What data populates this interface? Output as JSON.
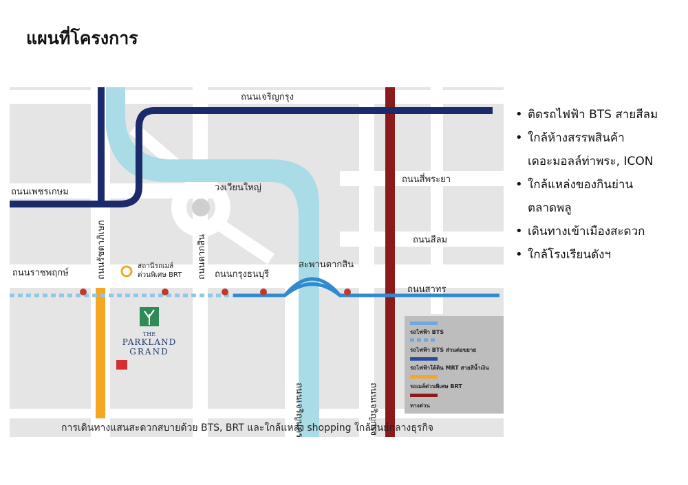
{
  "page": {
    "title": "แผนที่โครงการ"
  },
  "map": {
    "labels": {
      "charoen_krung_top": "ถนนเจริญกรุง",
      "phetkasem": "ถนนเพชรเกษม",
      "wongwian_yai": "วงเวียนใหญ่",
      "si_phraya": "ถนนสี่พระยา",
      "silom": "ถนนสีลม",
      "ratchada": "ถนนรัชดาภิเษก",
      "taksin_road": "ถนนตากสิน",
      "ratchaphruek": "ถนนราชพฤกษ์",
      "brt_station_line1": "สถานีรถเมล์",
      "brt_station_line2": "ด่วนพิเศษ BRT",
      "krung_thonburi": "ถนนกรุงธนบุรี",
      "taksin_bridge": "สะพานตากสิน",
      "sathorn": "ถนนสาทร",
      "charoen_nakhon": "ถนนเจริญนคร",
      "charoen_krung_vertical": "ถนนเจริญกรุง"
    },
    "project_logo": {
      "line1": "THE",
      "line2": "PARKLAND",
      "line3": "GRAND"
    },
    "legend": [
      {
        "label": "รถไฟฟ้า BTS",
        "color": "#6fa8dc",
        "style": "solid"
      },
      {
        "label": "รถไฟฟ้า BTS ส่วนต่อขยาย",
        "color": "#6fa8dc",
        "style": "dashed"
      },
      {
        "label": "รถไฟฟ้าใต้ดิน MRT สายสีน้ำเงิน",
        "color": "#2a4a9a",
        "style": "solid"
      },
      {
        "label": "รถเมล์ด่วนพิเศษ BRT",
        "color": "#f5a623",
        "style": "solid"
      },
      {
        "label": "ทางด่วน",
        "color": "#8b1a1a",
        "style": "solid"
      }
    ],
    "caption": "การเดินทางแสนสะดวกสบายด้วย BTS, BRT และใกล้แหล่ง shopping ใกล้ศูนย์กลางธุรกิจ",
    "colors": {
      "river": "#a9dce6",
      "road": "#ffffff",
      "ground": "#e5e5e5",
      "navy_line": "#1b2a6b",
      "expressway": "#8b1a1a",
      "brt": "#f5a623",
      "bts": "#2f8ad0",
      "bts_ext": "#8fc7e6"
    }
  },
  "highlights": [
    {
      "lines": [
        "ติดรถไฟฟ้า BTS สายสีลม"
      ]
    },
    {
      "lines": [
        "ใกล้ห้างสรรพสินค้า",
        "เดอะมอลล์ท่าพระ, ICON"
      ]
    },
    {
      "lines": [
        "ใกล้แหล่งของกินย่าน",
        "ตลาดพลู"
      ]
    },
    {
      "lines": [
        "เดินทางเข้าเมืองสะดวก"
      ]
    },
    {
      "lines": [
        "ใกล้โรงเรียนดังฯ"
      ]
    }
  ]
}
